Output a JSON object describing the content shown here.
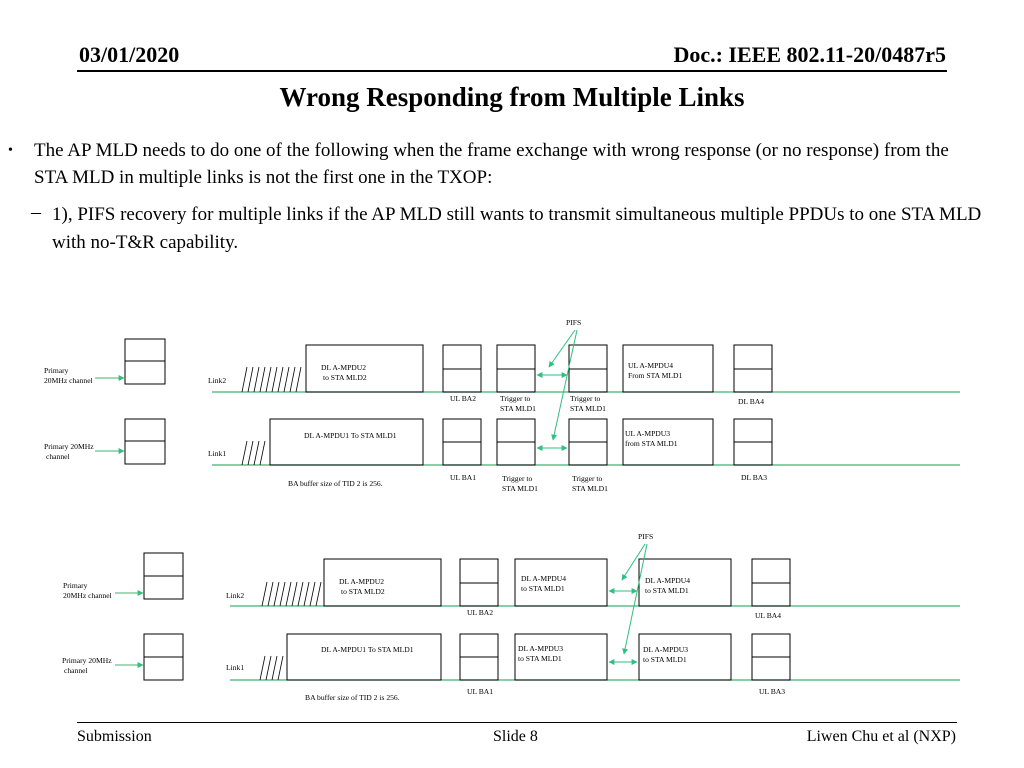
{
  "header": {
    "date": "03/01/2020",
    "doc": "Doc.: IEEE 802.11-20/0487r5"
  },
  "title": "Wrong Responding from Multiple Links",
  "bullet": "•",
  "body": {
    "para": "The AP MLD needs to do one of the following when the frame exchange with wrong response (or no response) from the STA MLD in multiple links is not the first one in the TXOP:",
    "dash": "–",
    "sub": "1), PIFS recovery for multiple links if the AP MLD still wants to transmit simultaneous multiple PPDUs to one STA MLD with no-T&R capability."
  },
  "diagram1": {
    "pifs": "PIFS",
    "primary_top": [
      "Primary",
      "20MHz  channel"
    ],
    "primary_bottom": [
      "Primary 20MHz",
      "channel"
    ],
    "link2": "Link2",
    "link1": "Link1",
    "dl_ampdu2": [
      "DL A-MPDU2",
      "to STA MLD2"
    ],
    "dl_ampdu1": "DL A-MPDU1  To STA MLD1",
    "ul_ampdu4": [
      "UL A-MPDU4",
      "From  STA MLD1"
    ],
    "ul_ampdu3": [
      "UL A-MPDU3",
      "from STA MLD1"
    ],
    "ul_ba2": "UL BA2",
    "trigger_a": [
      "Trigger to",
      "STA MLD1"
    ],
    "trigger_b": [
      "Trigger to",
      "STA MLD1"
    ],
    "dl_ba4": "DL BA4",
    "ul_ba1": "UL BA1",
    "trigger_c": [
      "Trigger to",
      "STA MLD1"
    ],
    "trigger_d": [
      "Trigger to",
      "STA MLD1"
    ],
    "dl_ba3": "DL BA3",
    "ba_note": "BA buffer size of TID 2 is 256."
  },
  "diagram2": {
    "pifs": "PIFS",
    "primary_top": [
      "Primary",
      "20MHz  channel"
    ],
    "primary_bottom": [
      "Primary 20MHz",
      "channel"
    ],
    "link2": "Link2",
    "link1": "Link1",
    "dl_ampdu2": [
      "DL A-MPDU2",
      "to STA MLD2"
    ],
    "dl_ampdu1": "DL A-MPDU1  To STA MLD1",
    "dl_ampdu4_a": [
      "DL A-MPDU4",
      "to  STA MLD1"
    ],
    "dl_ampdu4_b": [
      "DL A-MPDU4",
      "to  STA MLD1"
    ],
    "dl_ampdu3_a": [
      "DL A-MPDU3",
      "to STA MLD1"
    ],
    "dl_ampdu3_b": [
      "DL A-MPDU3",
      "to STA MLD1"
    ],
    "ul_ba2": "UL BA2",
    "ul_ba4": "UL BA4",
    "ul_ba1": "UL BA1",
    "ul_ba3": "UL BA3",
    "ba_note": "BA buffer size of TID 2 is 256."
  },
  "footer": {
    "submission": "Submission",
    "slide": "Slide 8",
    "author": "Liwen Chu et al (NXP)"
  },
  "colors": {
    "link_line": "#3cb371",
    "arrow": "#2fbf80"
  }
}
